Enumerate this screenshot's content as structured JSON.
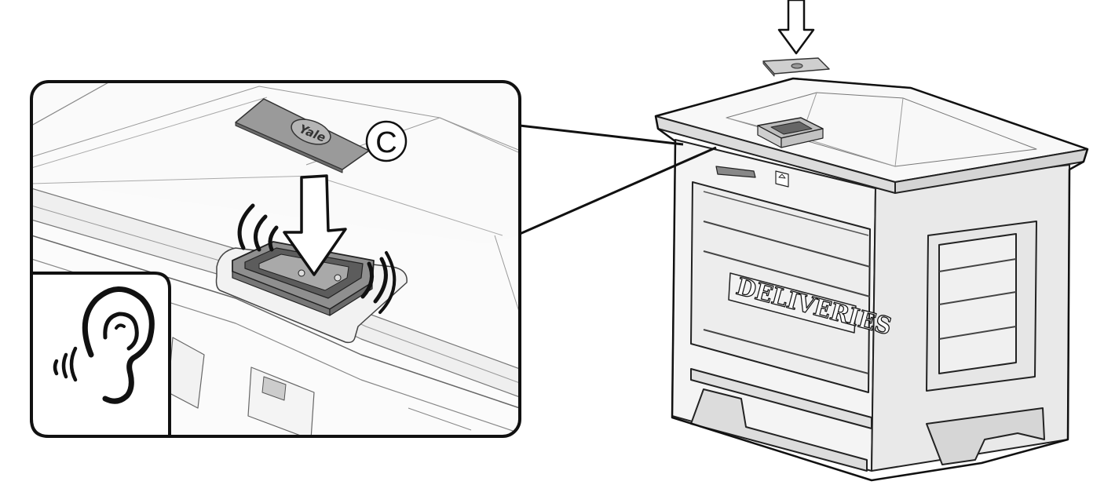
{
  "callout": {
    "letter": "C"
  },
  "tag": {
    "brand": "Yale"
  },
  "box": {
    "front_label": "DELIVERIES"
  },
  "icons": {
    "hint": "ear-icon",
    "sound": "sound-waves-icon",
    "insert_arrow": "arrow-down-icon",
    "drop_arrow": "outline-arrow-down-icon"
  }
}
